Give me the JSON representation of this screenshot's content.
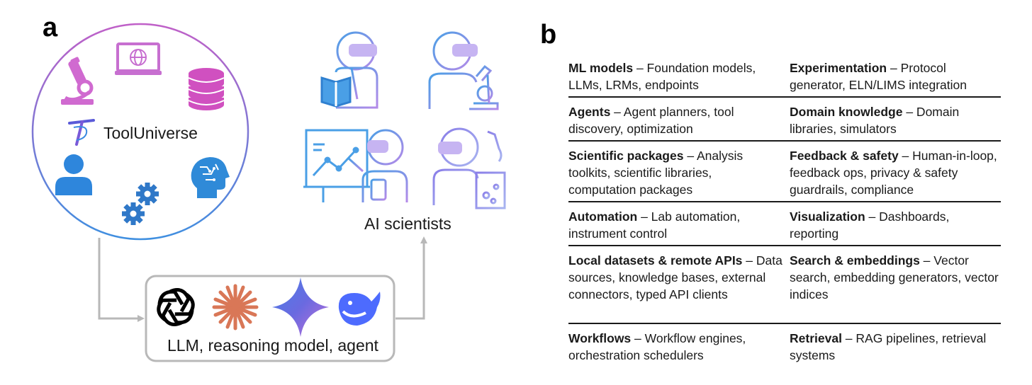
{
  "panel_a": {
    "letter": "a",
    "tool_hub_label": "ToolUniverse",
    "scientists_label": "AI scientists",
    "models_label": "LLM, reasoning model, agent",
    "icons": {
      "microscope": "microscope-icon",
      "laptop": "laptop-globe-icon",
      "database": "database-icon",
      "tooluniverse_logo": "tooluniverse-logo",
      "user": "user-icon",
      "gears": "gears-icon",
      "brain": "brain-circuit-icon",
      "openai": "openai-logo",
      "claude": "claude-logo",
      "gemini": "gemini-logo",
      "deepseek": "deepseek-logo",
      "scientist_reading": "robot-scientist-reading-icon",
      "scientist_microscope": "robot-scientist-microscope-icon",
      "scientist_presenting": "robot-scientist-presenting-icon",
      "scientist_lab": "robot-scientist-lab-icon"
    },
    "colors": {
      "circle_top": "#c060c8",
      "circle_bottom": "#3f8fe0",
      "arrow": "#b8b8b8",
      "box": "#b8b8b8"
    }
  },
  "panel_b": {
    "letter": "b",
    "rows": [
      [
        {
          "term": "ML models",
          "desc": " – Foundation models, LLMs, LRMs, endpoints"
        },
        {
          "term": "Experimentation",
          "desc": " – Protocol generator, ELN/LIMS integration"
        }
      ],
      [
        {
          "term": "Agents",
          "desc": " – Agent planners, tool discovery, optimization"
        },
        {
          "term": "Domain knowledge",
          "desc": " – Domain libraries, simulators"
        }
      ],
      [
        {
          "term": "Scientific packages",
          "desc": " – Analysis toolkits, scientific libraries, computation packages"
        },
        {
          "term": "Feedback & safety",
          "desc": " – Human-in-loop, feedback ops, privacy & safety guardrails, compliance"
        }
      ],
      [
        {
          "term": "Automation",
          "desc": " – Lab automation, instrument control"
        },
        {
          "term": "Visualization",
          "desc": " – Dashboards, reporting"
        }
      ],
      [
        {
          "term": "Local datasets & remote APIs",
          "desc": " – Data sources, knowledge bases, external connectors, typed API clients"
        },
        {
          "term": "Search & embeddings",
          "desc": " – Vector search, embedding generators, vector indices"
        }
      ],
      [
        {
          "term": "Workflows",
          "desc": " – Workflow engines, orchestration schedulers"
        },
        {
          "term": "Retrieval",
          "desc": " – RAG pipelines, retrieval systems"
        }
      ]
    ]
  }
}
